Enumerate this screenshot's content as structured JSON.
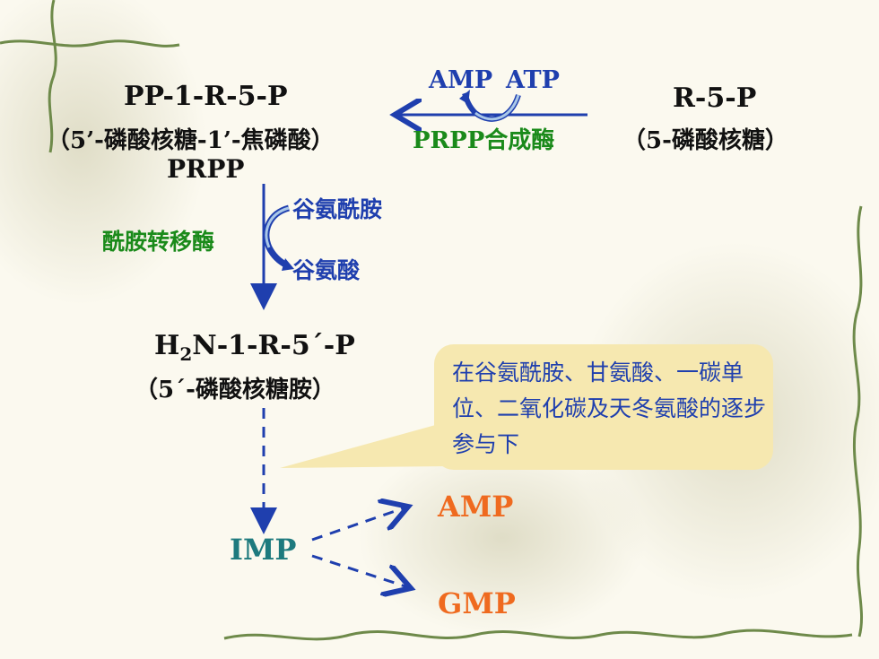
{
  "top_right": {
    "abbr": "R-5-P",
    "name": "（5-磷酸核糖）"
  },
  "top_left": {
    "abbr": "PP-1-R-5-P",
    "name": "（5’-磷酸核糖-1’-焦磷酸）",
    "alias": "PRPP"
  },
  "step1": {
    "cofactor_in": "ATP",
    "cofactor_out": "AMP",
    "enzyme": "PRPP合成酶"
  },
  "step2": {
    "cofactor_in": "谷氨酰胺",
    "cofactor_out": "谷氨酸",
    "enzyme": "酰胺转移酶"
  },
  "product": {
    "abbr_prefix": "H",
    "abbr_sub": "2",
    "abbr_suffix": "N-1-R-5´-P",
    "name": "（5´-磷酸核糖胺）"
  },
  "note": "在谷氨酰胺、甘氨酸、一碳单位、二氧化碳及天冬氨酸的逐步参与下",
  "imp": "IMP",
  "amp": "AMP",
  "gmp": "GMP",
  "colors": {
    "arrow_blue": "#1f3fae",
    "enzyme_green": "#1a8a1a",
    "product_orange": "#ef6a1f",
    "imp_teal": "#1e7a7e",
    "bubble": "#f6e8b0",
    "vine": "#6e8a4a"
  }
}
